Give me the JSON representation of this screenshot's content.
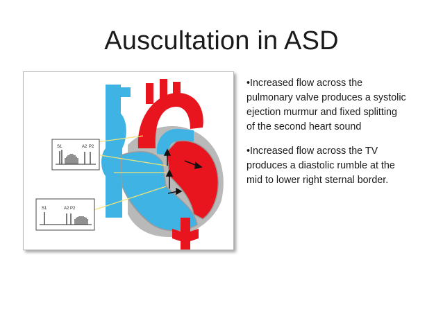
{
  "slide": {
    "title": "Auscultation in ASD",
    "bullets": [
      "•Increased flow across the\npulmonary valve produces a systolic\nejection murmur and fixed  splitting\nof the second heart sound",
      "•Increased flow across the TV\nproduces a diastolic rumble at the\nmid to lower right sternal border."
    ]
  },
  "figure": {
    "phonogram_top": {
      "labels": [
        "S1",
        "A2",
        "P2"
      ]
    },
    "phonogram_bottom": {
      "labels": [
        "S1",
        "A2",
        "P2"
      ]
    },
    "colors": {
      "oxygenated": "#e8141e",
      "deoxygenated": "#3fb4e4",
      "wall": "#b9b9b9",
      "leader": "#f0e27a"
    }
  }
}
